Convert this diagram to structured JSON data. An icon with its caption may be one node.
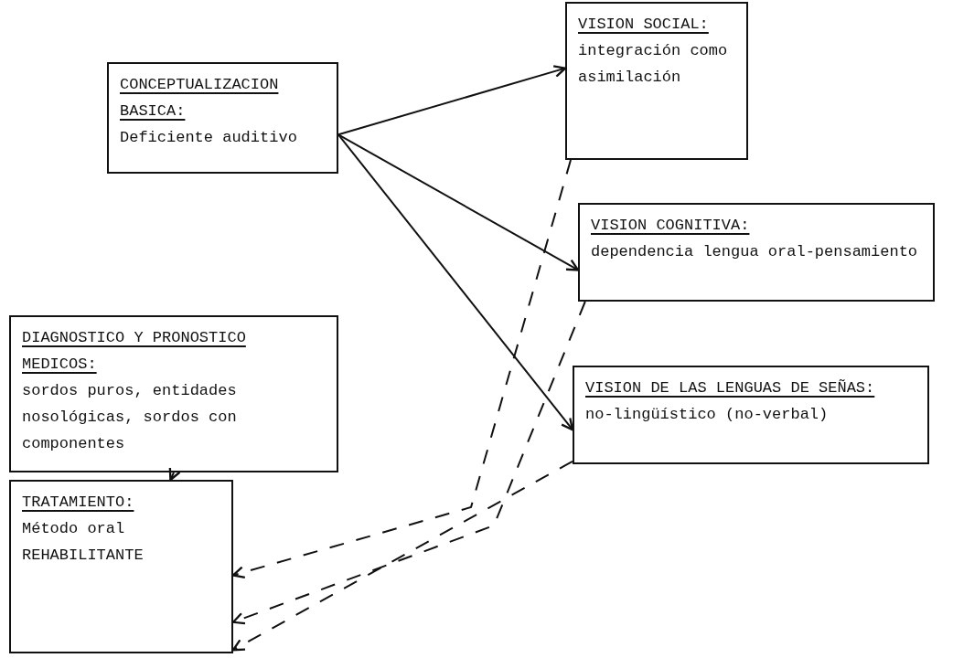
{
  "diagram": {
    "nodes": [
      {
        "text": [
          "CONCEPTUALIZACION BASICA:",
          "Deficiente auditivo"
        ]
      },
      {
        "text": [
          "VISION SOCIAL:",
          "integración como asimilación"
        ]
      },
      {
        "text": [
          "VISION COGNITIVA:",
          "dependencia lengua oral-pensamiento"
        ]
      },
      {
        "text": [
          "VISION DE LAS LENGUAS DE SEÑAS:",
          "no-lingüístico (no-verbal)"
        ]
      },
      {
        "text": [
          "DIAGNOSTICO Y PRONOSTICO MEDICOS:",
          "sordos puros, entidades nosológicas, sordos con componentes"
        ]
      },
      {
        "text": [
          "TRATAMIENTO:",
          "Método oral REHABILITANTE"
        ]
      }
    ],
    "edges": [
      {
        "from": 0,
        "to": 1,
        "arrow": "to"
      },
      {
        "from": 0,
        "to": 2,
        "arrow": "to"
      },
      {
        "from": 0,
        "to": 3,
        "arrow": "to"
      },
      {
        "from": 4,
        "to": 5,
        "arrow": "to"
      },
      {
        "from": 1,
        "to": 5,
        "arrow": "to",
        "style": "dashed"
      },
      {
        "from": 2,
        "to": 5,
        "arrow": "to",
        "style": "dashed"
      },
      {
        "from": 3,
        "to": 5,
        "arrow": "to",
        "style": "dashed"
      }
    ]
  }
}
